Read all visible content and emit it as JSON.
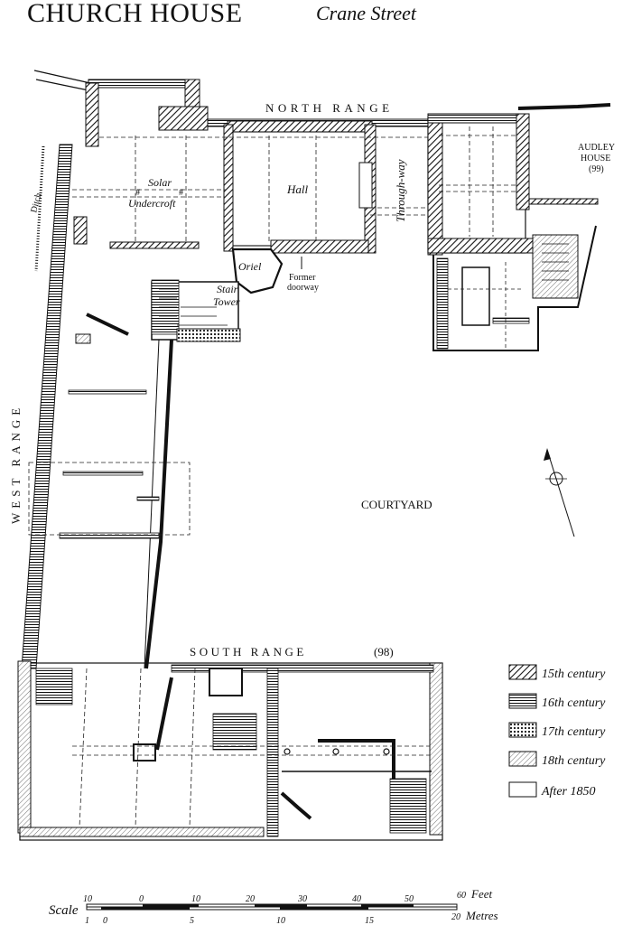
{
  "title": {
    "main": "CHURCH HOUSE",
    "street": "Crane Street"
  },
  "ranges": {
    "north": "NORTH RANGE",
    "west": "WEST RANGE",
    "south": "SOUTH RANGE",
    "south_number": "(98)"
  },
  "rooms": {
    "solar": "Solar",
    "undercroft": "Undercroft",
    "hall": "Hall",
    "oriel": "Oriel",
    "former_doorway_1": "Former",
    "former_doorway_2": "doorway",
    "stair": "Stair",
    "tower": "Tower",
    "through_way": "Through-way",
    "ditch": "Ditch",
    "courtyard": "COURTYARD",
    "audley_1": "AUDLEY",
    "audley_2": "HOUSE",
    "audley_3": "(99)"
  },
  "legend": [
    {
      "label": "15th century",
      "pattern": "diagonal"
    },
    {
      "label": "16th century",
      "pattern": "horizontal"
    },
    {
      "label": "17th century",
      "pattern": "dots"
    },
    {
      "label": "18th century",
      "pattern": "fine-diagonal"
    },
    {
      "label": "After 1850",
      "pattern": "blank"
    }
  ],
  "scale": {
    "label": "Scale",
    "feet_unit": "Feet",
    "metres_unit": "Metres",
    "feet_ticks": [
      "10",
      "0",
      "10",
      "20",
      "30",
      "40",
      "50",
      "60"
    ],
    "metre_ticks": [
      "1",
      "0",
      "5",
      "10",
      "15",
      "20"
    ]
  },
  "north_arrow_icon": "north-arrow-icon"
}
